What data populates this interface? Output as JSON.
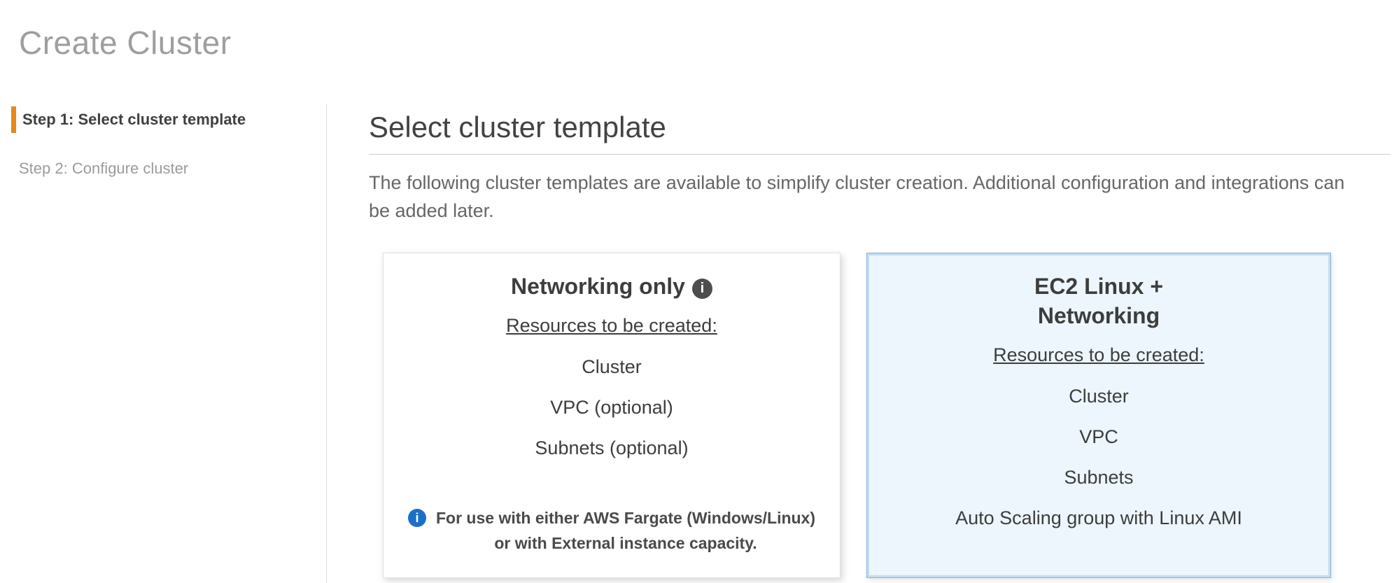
{
  "page": {
    "title": "Create Cluster"
  },
  "steps": [
    {
      "label": "Step 1: Select cluster template",
      "active": true
    },
    {
      "label": "Step 2: Configure cluster",
      "active": false
    }
  ],
  "main": {
    "heading": "Select cluster template",
    "description": "The following cluster templates are available to simplify cluster creation. Additional configuration and integrations can be added later."
  },
  "cards": [
    {
      "title": "Networking only",
      "has_title_info_icon": true,
      "resources_heading": "Resources to be created:",
      "resources": [
        "Cluster",
        "VPC (optional)",
        "Subnets (optional)"
      ],
      "note_lines": [
        "For use with either AWS Fargate (Windows/Linux)",
        "or with External instance capacity."
      ],
      "selected": false
    },
    {
      "title_lines": [
        "EC2 Linux +",
        "Networking"
      ],
      "resources_heading": "Resources to be created:",
      "resources": [
        "Cluster",
        "VPC",
        "Subnets",
        "Auto Scaling group with Linux AMI"
      ],
      "selected": true
    }
  ],
  "icons": {
    "info_glyph": "i"
  },
  "colors": {
    "accent_orange": "#e8871c",
    "selected_card_border": "#8ab3d6",
    "selected_card_bg": "#edf6fc",
    "info_icon_blue": "#1b6fc8",
    "info_icon_dark": "#4d4d4d"
  }
}
